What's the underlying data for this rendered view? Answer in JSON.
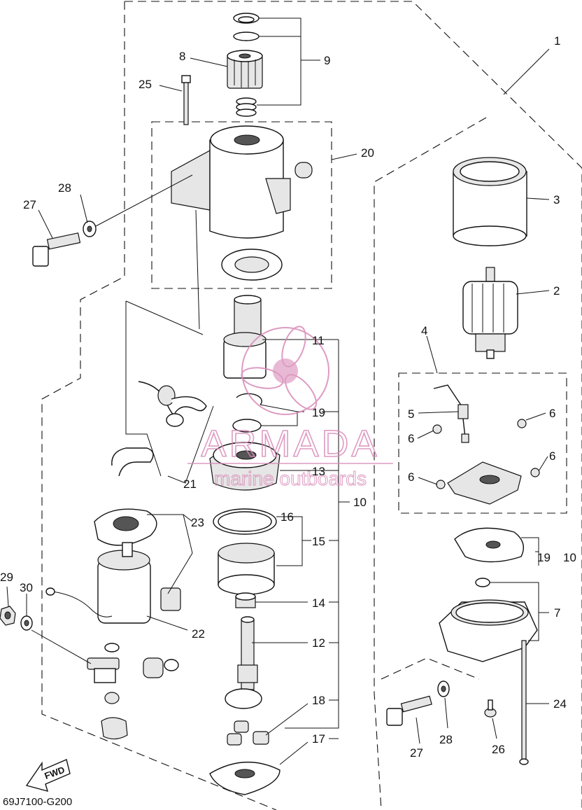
{
  "diagram_code": "69J7100-G200",
  "fwd_label": "FWD",
  "watermark": {
    "title": "ARMADA",
    "subtitle": "marine outboards",
    "color": "#d98ab8"
  },
  "labels": {
    "l1": "1",
    "l2": "2",
    "l3": "3",
    "l4": "4",
    "l5": "5",
    "l6a": "6",
    "l6b": "6",
    "l6c": "6",
    "l6d": "6",
    "l7": "7",
    "l8": "8",
    "l9": "9",
    "l10a": "10",
    "l10b": "10",
    "l11": "11",
    "l12": "12",
    "l13": "13",
    "l14": "14",
    "l15": "15",
    "l16": "16",
    "l17": "17",
    "l18": "18",
    "l19a": "19",
    "l19b": "19",
    "l20": "20",
    "l21": "21",
    "l22": "22",
    "l23": "23",
    "l24": "24",
    "l25": "25",
    "l26": "26",
    "l27a": "27",
    "l27b": "27",
    "l28a": "28",
    "l28b": "28",
    "l29": "29",
    "l30": "30"
  }
}
